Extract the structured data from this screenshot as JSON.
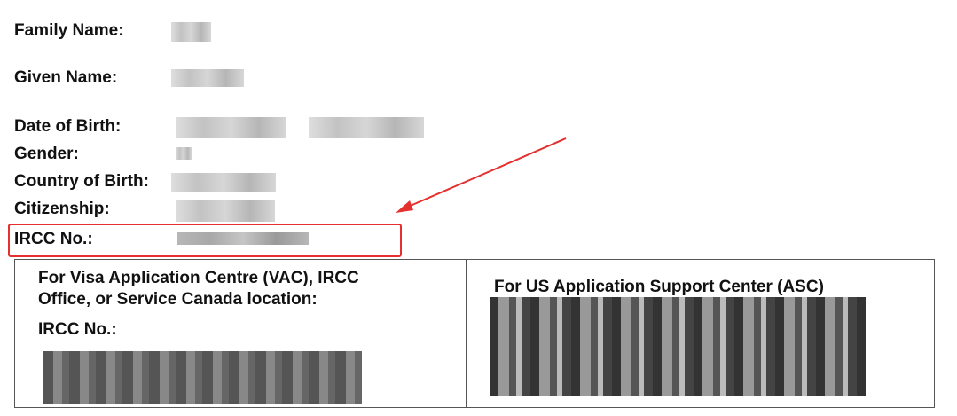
{
  "fields": {
    "family_name": "Family Name:",
    "given_name": "Given Name:",
    "dob": "Date of Birth:",
    "gender": "Gender:",
    "country_of_birth": "Country of Birth:",
    "citizenship": "Citizenship:",
    "ircc_no": "IRCC No.:"
  },
  "box": {
    "left_title": "For Visa Application Centre (VAC), IRCC Office, or Service Canada location:",
    "left_ircc": "IRCC No.:",
    "right_title": "For US Application Support Center (ASC)"
  },
  "colors": {
    "highlight": "#e53030"
  }
}
